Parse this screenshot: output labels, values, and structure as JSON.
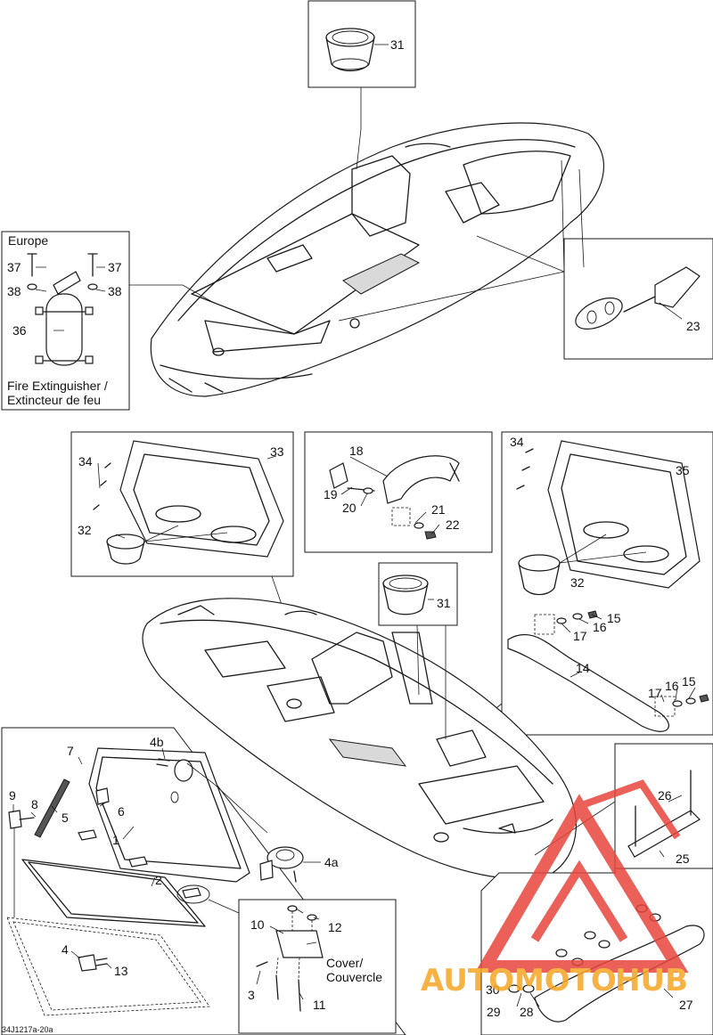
{
  "figure_id": "34J1217a-20a",
  "box_labels": {
    "europe": "Europe",
    "fire_ext_line1": "Fire Extinguisher /",
    "fire_ext_line2": "Extincteur de feu",
    "cover_line1": "Cover/",
    "cover_line2": "Couvercle"
  },
  "callouts": {
    "c1": "1",
    "c2": "2",
    "c3": "3",
    "c4": "4",
    "c4a": "4a",
    "c4b": "4b",
    "c5": "5",
    "c6": "6",
    "c7": "7",
    "c8": "8",
    "c9": "9",
    "c10": "10",
    "c11": "11",
    "c12": "12",
    "c13": "13",
    "c14": "14",
    "c15a": "15",
    "c15b": "15",
    "c16a": "16",
    "c16b": "16",
    "c17a": "17",
    "c17b": "17",
    "c18": "18",
    "c19": "19",
    "c20": "20",
    "c21": "21",
    "c22": "22",
    "c23": "23",
    "c25": "25",
    "c26": "26",
    "c27": "27",
    "c28": "28",
    "c29": "29",
    "c30": "30",
    "c31a": "31",
    "c31b": "31",
    "c32a": "32",
    "c32b": "32",
    "c33": "33",
    "c34a": "34",
    "c34b": "34",
    "c35": "35",
    "c36": "36",
    "c37a": "37",
    "c37b": "37",
    "c38a": "38",
    "c38b": "38"
  },
  "watermark": {
    "brand_left": "AUTOMOTO",
    "brand_right": "HUB",
    "color_red": "#e8453c",
    "color_orange": "#f5a623"
  }
}
